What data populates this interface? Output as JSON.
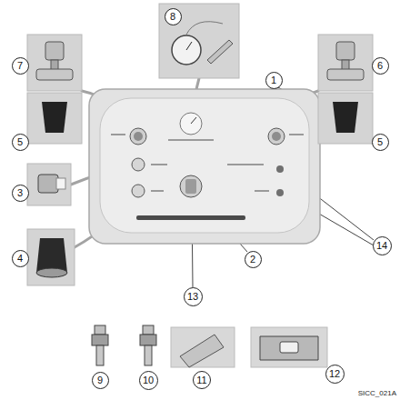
{
  "diagram": {
    "nodes": [
      {
        "text": [
          "8"
        ]
      },
      {
        "text": [
          "7"
        ]
      },
      {
        "text": [
          "6"
        ]
      },
      {
        "text": [
          "1"
        ]
      },
      {
        "text": [
          "5"
        ]
      },
      {
        "text": [
          "5"
        ]
      },
      {
        "text": [
          "3"
        ]
      },
      {
        "text": [
          "14"
        ]
      },
      {
        "text": [
          "4"
        ]
      },
      {
        "text": [
          "2"
        ]
      },
      {
        "text": [
          "13"
        ]
      },
      {
        "text": [
          "12"
        ]
      },
      {
        "text": [
          "9"
        ]
      },
      {
        "text": [
          "10"
        ]
      },
      {
        "text": [
          "11"
        ]
      }
    ],
    "labels": [
      "SICC_021A"
    ]
  }
}
